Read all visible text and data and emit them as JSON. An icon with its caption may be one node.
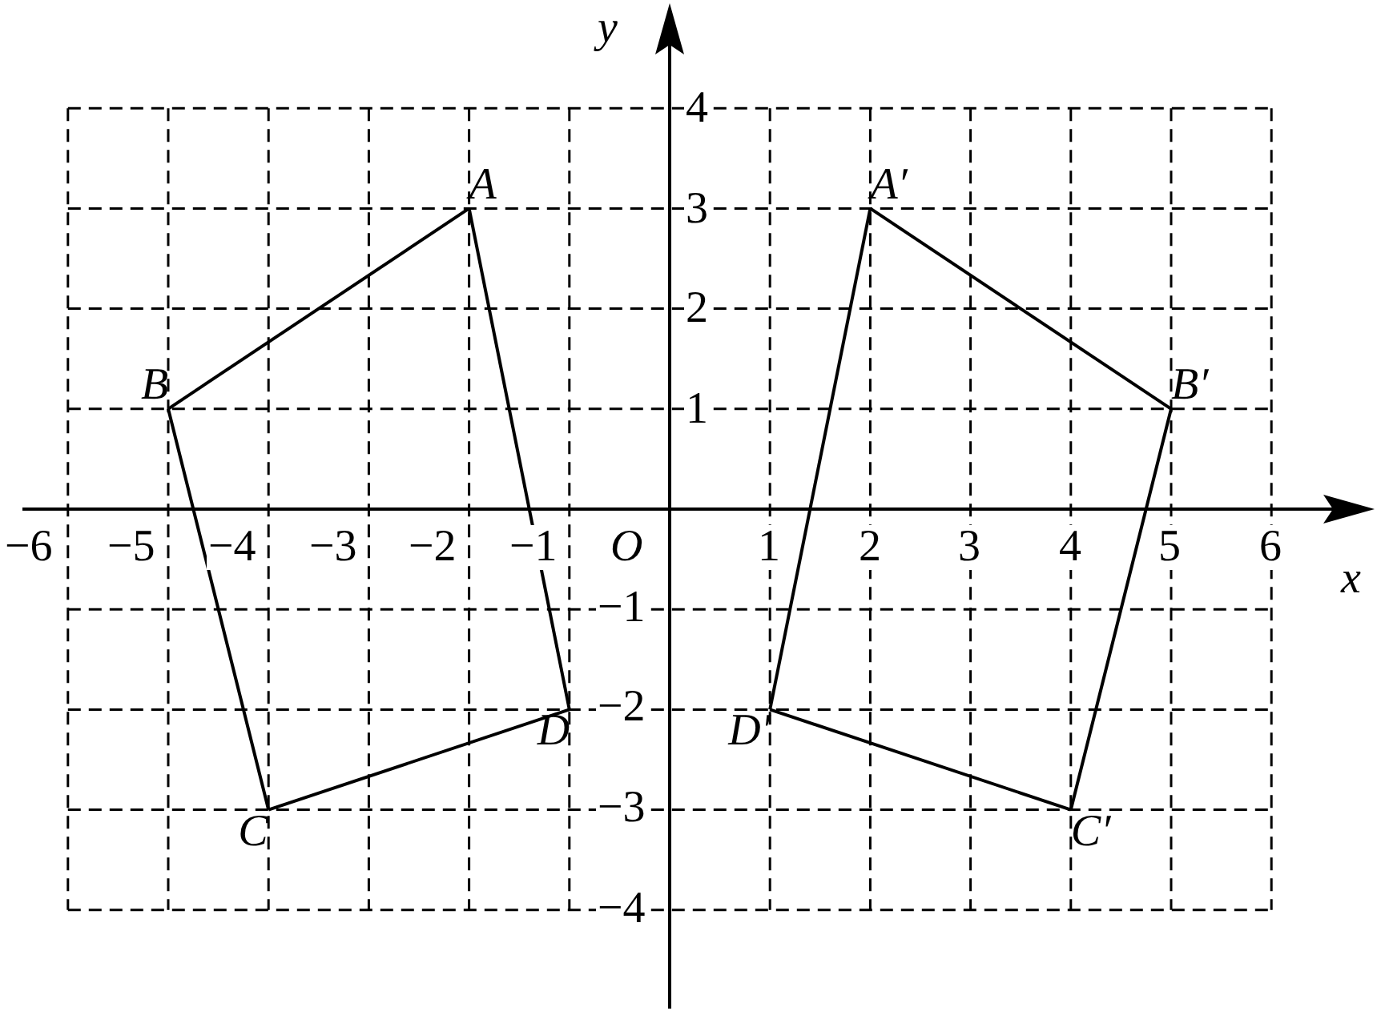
{
  "diagram": {
    "nodes": [
      {
        "text": [
          "A"
        ]
      },
      {
        "text": [
          "B"
        ]
      },
      {
        "text": [
          "C"
        ]
      },
      {
        "text": [
          "D"
        ]
      },
      {
        "text": [
          "A′"
        ]
      },
      {
        "text": [
          "B′"
        ]
      },
      {
        "text": [
          "C′"
        ]
      },
      {
        "text": [
          "D′"
        ]
      }
    ],
    "edges": [
      {
        "from": 0,
        "to": 1,
        "arrow": "none"
      },
      {
        "from": 1,
        "to": 2,
        "arrow": "none"
      },
      {
        "from": 2,
        "to": 3,
        "arrow": "none"
      },
      {
        "from": 3,
        "to": 0,
        "arrow": "none"
      },
      {
        "from": 4,
        "to": 5,
        "arrow": "none"
      },
      {
        "from": 5,
        "to": 6,
        "arrow": "none"
      },
      {
        "from": 6,
        "to": 7,
        "arrow": "none"
      },
      {
        "from": 7,
        "to": 4,
        "arrow": "none"
      }
    ],
    "labels": [
      "y",
      "4",
      "3",
      "2",
      "1",
      "−6",
      "−5",
      "−4",
      "−3",
      "−2",
      "−1",
      "O",
      "1",
      "2",
      "3",
      "4",
      "5",
      "6",
      "x",
      "−1",
      "−2",
      "−3",
      "−4"
    ]
  }
}
